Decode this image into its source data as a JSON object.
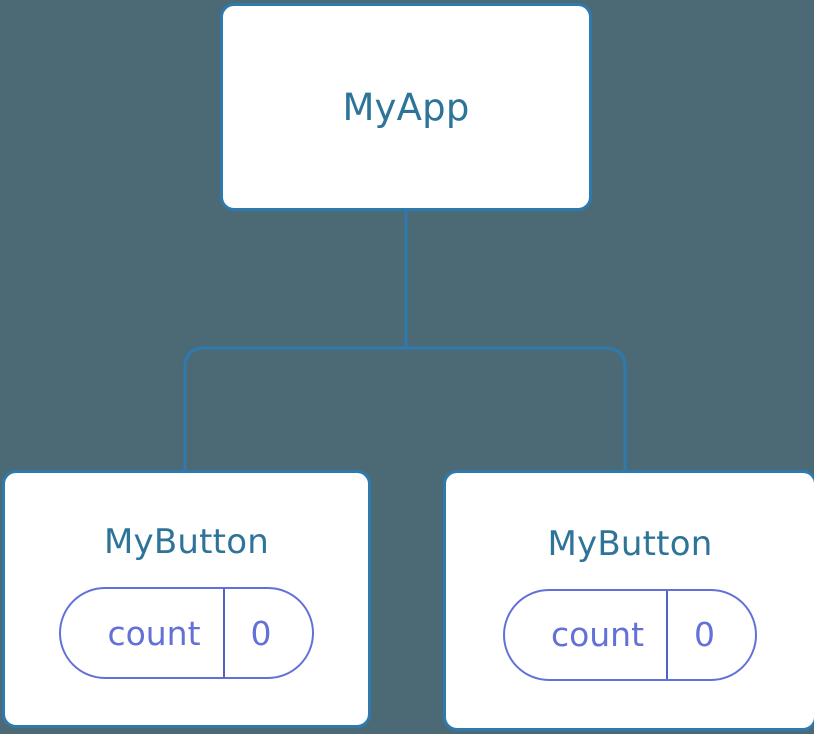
{
  "diagram": {
    "type": "component-tree",
    "background_color": "#4c6a75",
    "node_border_color": "#2e7aae",
    "node_title_color": "#2e7499",
    "pill_color": "#6370d8",
    "connector_color": "#2e7aae",
    "root": {
      "title": "MyApp"
    },
    "children": [
      {
        "title": "MyButton",
        "state": {
          "key": "count",
          "value": "0"
        }
      },
      {
        "title": "MyButton",
        "state": {
          "key": "count",
          "value": "0"
        }
      }
    ]
  }
}
